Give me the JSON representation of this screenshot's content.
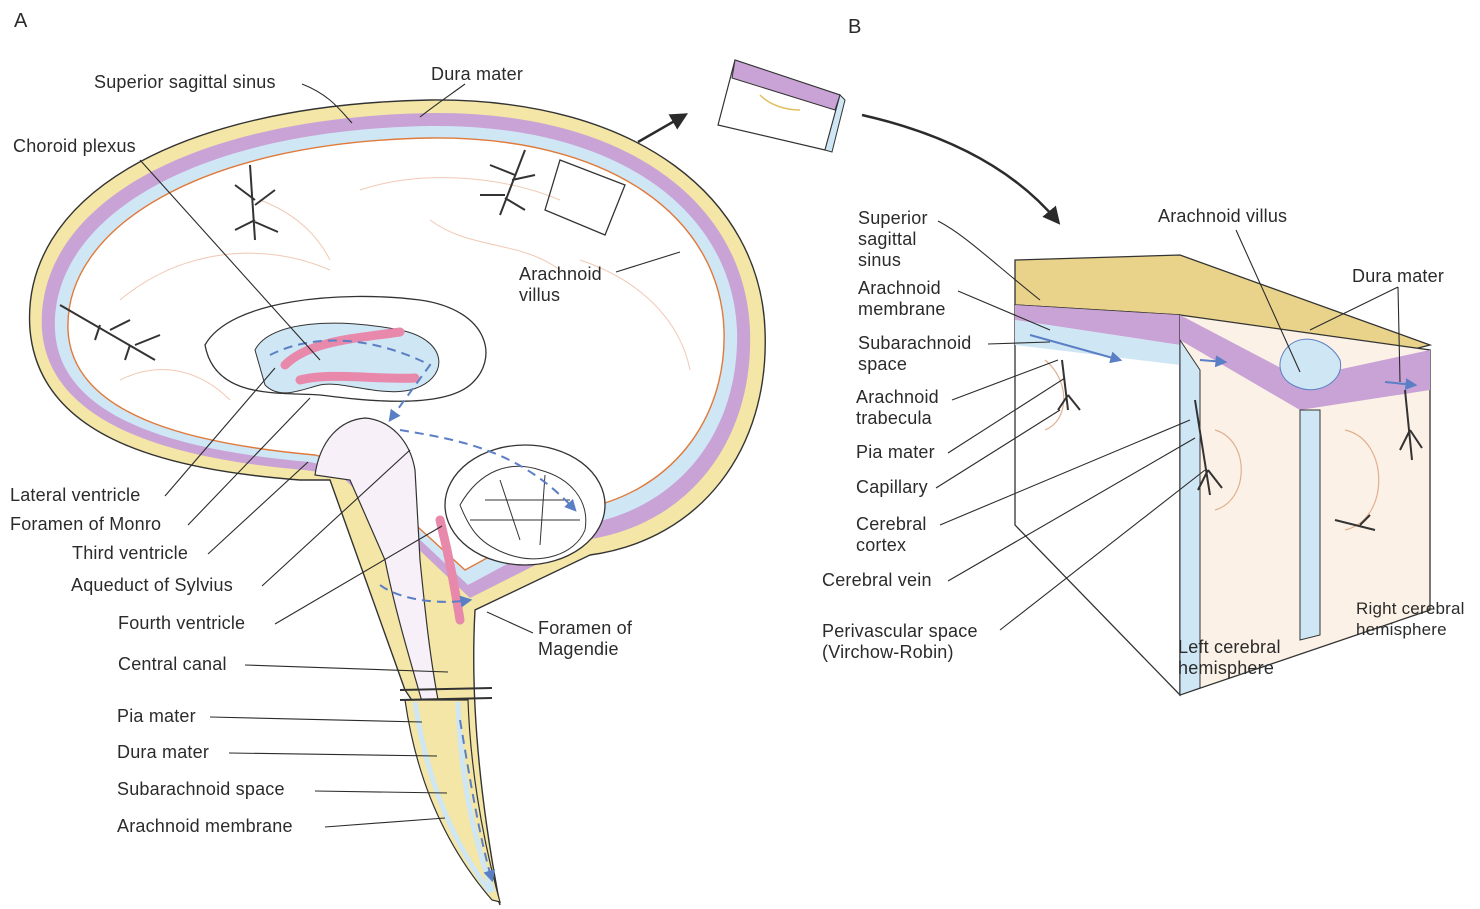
{
  "panels": {
    "a": "A",
    "b": "B"
  },
  "panel_a": {
    "superior_sagittal_sinus": "Superior sagittal sinus",
    "dura_mater_top": "Dura mater",
    "choroid_plexus": "Choroid plexus",
    "arachnoid_villus": "Arachnoid\nvillus",
    "lateral_ventricle": "Lateral ventricle",
    "foramen_of_monro": "Foramen of Monro",
    "third_ventricle": "Third ventricle",
    "aqueduct_of_sylvius": "Aqueduct of Sylvius",
    "fourth_ventricle": "Fourth ventricle",
    "central_canal": "Central canal",
    "pia_mater": "Pia mater",
    "dura_mater_bottom": "Dura mater",
    "subarachnoid_space": "Subarachnoid space",
    "arachnoid_membrane": "Arachnoid membrane",
    "foramen_of_magendie": "Foramen of\nMagendie"
  },
  "panel_b": {
    "superior_sagittal_sinus": "Superior\nsagittal\nsinus",
    "arachnoid_membrane": "Arachnoid\nmembrane",
    "subarachnoid_space": "Subarachnoid\nspace",
    "arachnoid_trabecula": "Arachnoid\ntrabecula",
    "pia_mater": "Pia mater",
    "capillary": "Capillary",
    "cerebral_cortex": "Cerebral\ncortex",
    "cerebral_vein": "Cerebral vein",
    "perivascular_space": "Perivascular space\n(Virchow-Robin)",
    "arachnoid_villus": "Arachnoid villus",
    "dura_mater": "Dura mater",
    "right_hemisphere": "Right cerebral\nhemisphere",
    "left_hemisphere": "Left cerebral\nhemisphere"
  },
  "colors": {
    "dura": "#f3e6a6",
    "sinus": "#c9a3d6",
    "subarachnoid": "#cfe6f5",
    "pia": "#e07a3a",
    "choroid": "#e889ac",
    "cortex": "#fbf1e6",
    "flow_arrow": "#5b7fc4"
  }
}
